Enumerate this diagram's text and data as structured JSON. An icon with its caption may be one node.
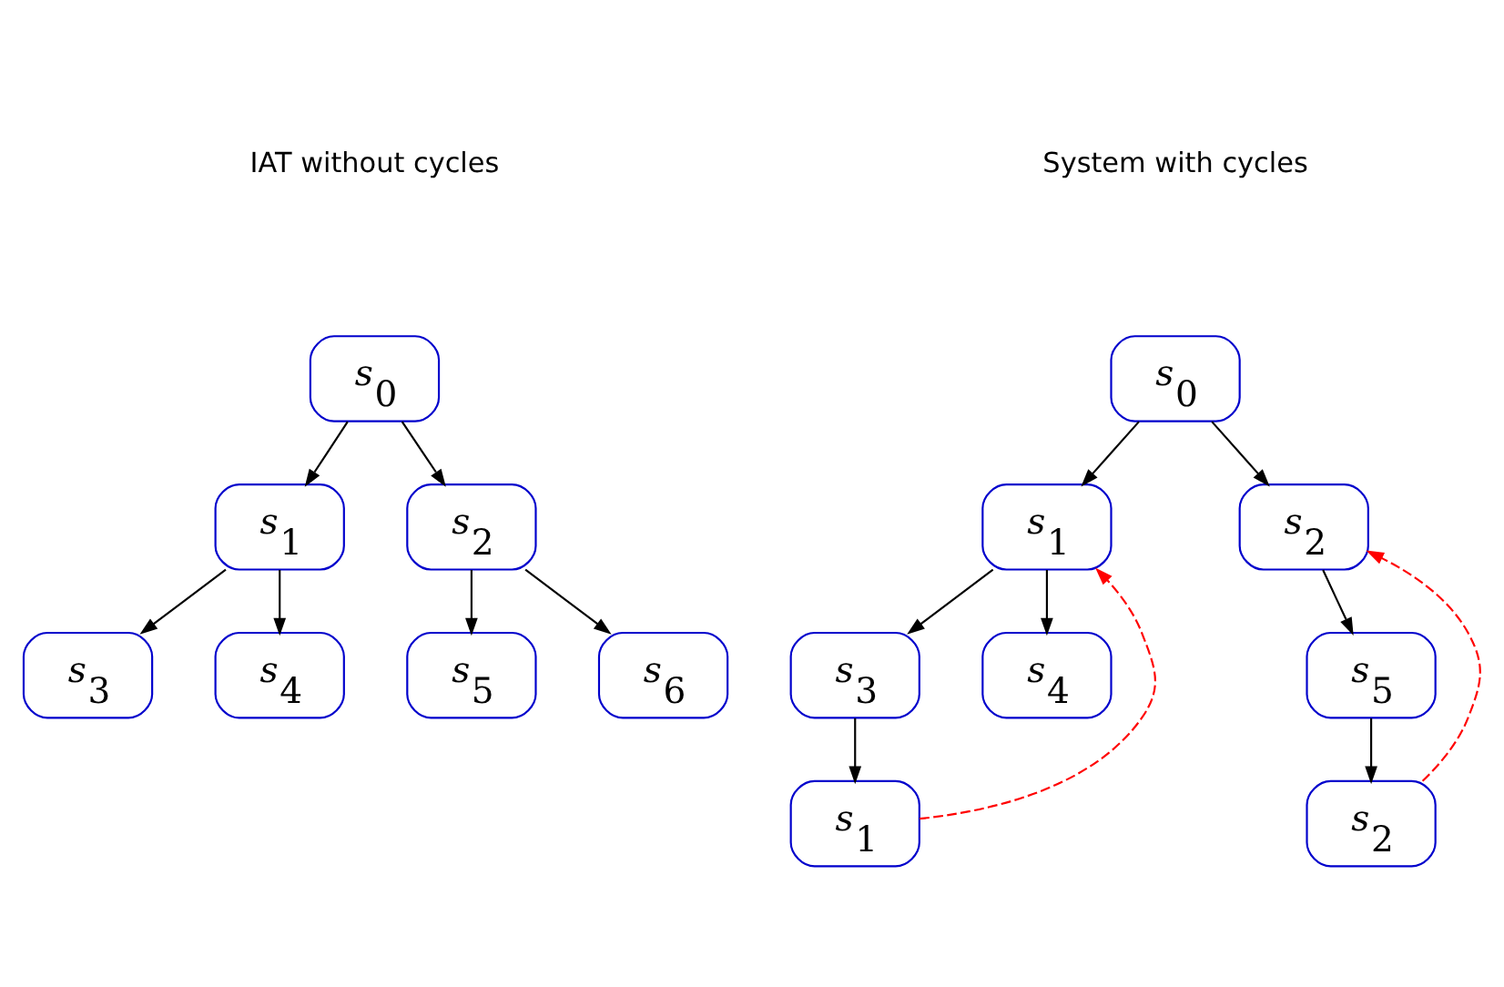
{
  "diagram": {
    "nodes": [
      {
        "text": [
          "s$_{0}$"
        ]
      },
      {
        "text": [
          "s$_{1}$"
        ]
      },
      {
        "text": [
          "s$_{2}$"
        ]
      },
      {
        "text": [
          "s$_{3}$"
        ]
      },
      {
        "text": [
          "s$_{4}$"
        ]
      },
      {
        "text": [
          "s$_{5}$"
        ]
      },
      {
        "text": [
          "s$_{6}$"
        ]
      },
      {
        "text": [
          "s$_{0}$"
        ]
      },
      {
        "text": [
          "s$_{1}$"
        ]
      },
      {
        "text": [
          "s$_{2}$"
        ]
      },
      {
        "text": [
          "s$_{3}$"
        ]
      },
      {
        "text": [
          "s$_{4}$"
        ]
      },
      {
        "text": [
          "s$_{5}$"
        ]
      },
      {
        "text": [
          "s$_{1}$"
        ]
      },
      {
        "text": [
          "s$_{2}$"
        ]
      }
    ],
    "edges": [
      {
        "from": 0,
        "to": 1,
        "arrow": "to"
      },
      {
        "from": 0,
        "to": 2,
        "arrow": "to"
      },
      {
        "from": 1,
        "to": 3,
        "arrow": "to"
      },
      {
        "from": 1,
        "to": 4,
        "arrow": "to"
      },
      {
        "from": 2,
        "to": 5,
        "arrow": "to"
      },
      {
        "from": 2,
        "to": 6,
        "arrow": "to"
      },
      {
        "from": 7,
        "to": 8,
        "arrow": "to"
      },
      {
        "from": 7,
        "to": 9,
        "arrow": "to"
      },
      {
        "from": 8,
        "to": 10,
        "arrow": "to"
      },
      {
        "from": 8,
        "to": 11,
        "arrow": "to"
      },
      {
        "from": 10,
        "to": 13,
        "arrow": "to"
      },
      {
        "from": 13,
        "to": 8,
        "arrow": "to",
        "style": "dashed",
        "color": "#ff0000"
      },
      {
        "from": 9,
        "to": 12,
        "arrow": "to"
      },
      {
        "from": 12,
        "to": 14,
        "arrow": "to"
      },
      {
        "from": 14,
        "to": 9,
        "arrow": "to",
        "style": "dashed",
        "color": "#ff0000"
      }
    ],
    "labels": [
      "IAT without cycles",
      "System with cycles"
    ]
  }
}
